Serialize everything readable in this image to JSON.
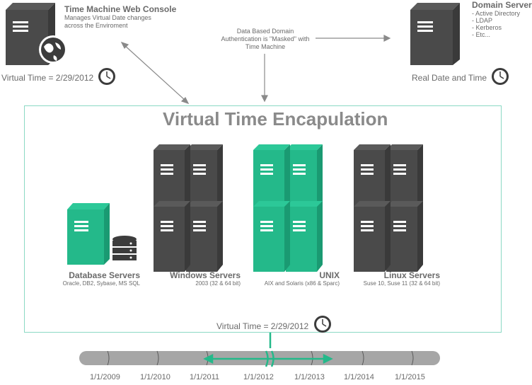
{
  "web_console": {
    "title": "Time Machine Web Console",
    "description_line1": "Manages Virtual Date changes",
    "description_line2": "across the Enviroment",
    "virtual_time": "Virtual Time = 2/29/2012"
  },
  "auth_note": {
    "line1": "Data Based Domain",
    "line2": "Authentication is \"Masked\" with",
    "line3": "Time Machine"
  },
  "domain_server": {
    "title": "Domain Server",
    "items": [
      "- Active Directory",
      "- LDAP",
      "- Kerberos",
      "- Etc..."
    ],
    "real_time": "Real Date and Time"
  },
  "encapsulation": {
    "title": "Virtual Time Encapulation",
    "virtual_time": "Virtual Time = 2/29/2012"
  },
  "groups": [
    {
      "name": "Database Servers",
      "detail": "Oracle, DB2, Sybase, MS SQL"
    },
    {
      "name": "Windows Servers",
      "detail": "2003 (32 & 64 bit)"
    },
    {
      "name": "UNIX",
      "detail": "AIX and Solaris (x86 & Sparc)"
    },
    {
      "name": "Linux Servers",
      "detail": "Suse 10, Suse 11 (32 & 64 bit)"
    }
  ],
  "timeline": {
    "years": [
      "1/1/2009",
      "1/1/2010",
      "1/1/2011",
      "1/1/2012",
      "1/1/2013",
      "1/1/2014",
      "1/1/2015"
    ]
  },
  "colors": {
    "accent": "#24b98a",
    "dark_server": "#4a4a4a",
    "box_border": "#8bd9c4",
    "timeline": "#a6a6a6"
  },
  "icons": [
    "server-icon",
    "globe-icon",
    "clock-icon",
    "database-icon",
    "arrow-icon"
  ]
}
